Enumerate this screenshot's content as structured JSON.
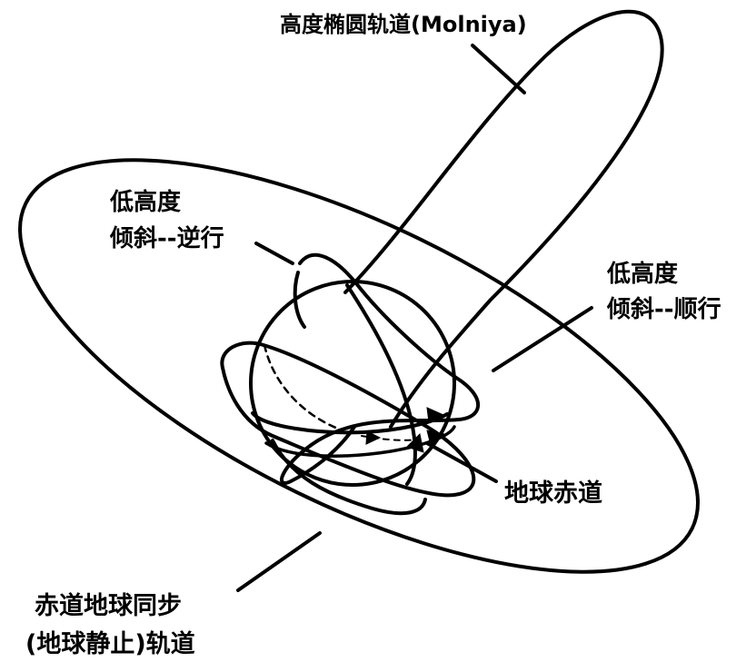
{
  "labels": {
    "molniya": "高度椭圆轨道(Molniya)",
    "retro_line1": "低高度",
    "retro_line2": "倾斜--逆行",
    "pro_line1": "低高度",
    "pro_line2": "倾斜--顺行",
    "equator": "地球赤道",
    "geo_line1": "赤道地球同步",
    "geo_line2": "(地球静止)轨道"
  },
  "colors": {
    "ink": "#000000",
    "paper": "#ffffff"
  }
}
